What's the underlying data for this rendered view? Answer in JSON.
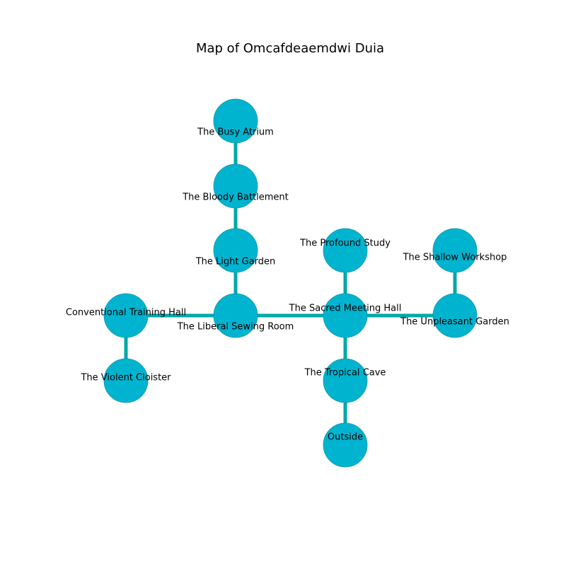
{
  "map": {
    "title": "Map of Omcafdeaemdwi Duia"
  },
  "colors": {
    "node_fill": "#00b4d0",
    "node_stroke": "#1496a8",
    "edge": "#00a8a8"
  },
  "rooms": [
    {
      "id": "busy-atrium",
      "name": "The Busy Atrium"
    },
    {
      "id": "bloody-battlement",
      "name": "The Bloody Battlement"
    },
    {
      "id": "light-garden",
      "name": "The Light Garden"
    },
    {
      "id": "liberal-sewing-room",
      "name": "The Liberal Sewing Room"
    },
    {
      "id": "conventional-training-hall",
      "name": "Conventional Training Hall"
    },
    {
      "id": "violent-cloister",
      "name": "The Violent Cloister"
    },
    {
      "id": "sacred-meeting-hall",
      "name": "The Sacred Meeting Hall"
    },
    {
      "id": "profound-study",
      "name": "The Profound Study"
    },
    {
      "id": "tropical-cave",
      "name": "The Tropical Cave"
    },
    {
      "id": "outside",
      "name": "Outside"
    },
    {
      "id": "unpleasant-garden",
      "name": "The Unpleasant Garden"
    },
    {
      "id": "shallow-workshop",
      "name": "The Shallow Workshop"
    }
  ],
  "connections": [
    [
      "busy-atrium",
      "bloody-battlement"
    ],
    [
      "bloody-battlement",
      "light-garden"
    ],
    [
      "light-garden",
      "liberal-sewing-room"
    ],
    [
      "liberal-sewing-room",
      "conventional-training-hall"
    ],
    [
      "conventional-training-hall",
      "violent-cloister"
    ],
    [
      "liberal-sewing-room",
      "sacred-meeting-hall"
    ],
    [
      "sacred-meeting-hall",
      "profound-study"
    ],
    [
      "sacred-meeting-hall",
      "tropical-cave"
    ],
    [
      "tropical-cave",
      "outside"
    ],
    [
      "sacred-meeting-hall",
      "unpleasant-garden"
    ],
    [
      "unpleasant-garden",
      "shallow-workshop"
    ]
  ]
}
